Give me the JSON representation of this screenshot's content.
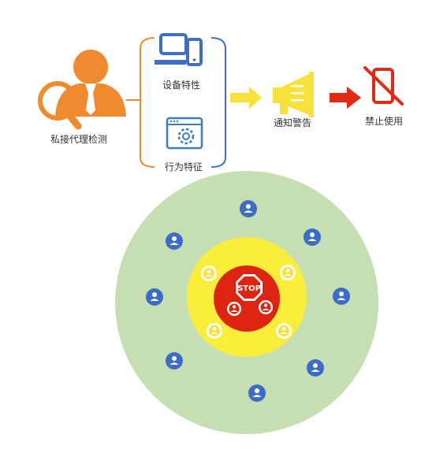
{
  "flow": {
    "detect_label": "私接代理检测",
    "device_label": "设备特性",
    "behavior_label": "行为特征",
    "warn_label": "通知警告",
    "ban_label": "禁止使用"
  },
  "zones": {
    "stop_text": "STOP"
  },
  "colors": {
    "orange": "#f08a2e",
    "blue": "#3e6fc4",
    "yellow": "#f7e13a",
    "red": "#e02a12",
    "green_ring": "#c5dfb2",
    "yellow_ring": "#fbee3a",
    "red_core": "#dd2410",
    "user_blue": "#3d6cc6"
  }
}
